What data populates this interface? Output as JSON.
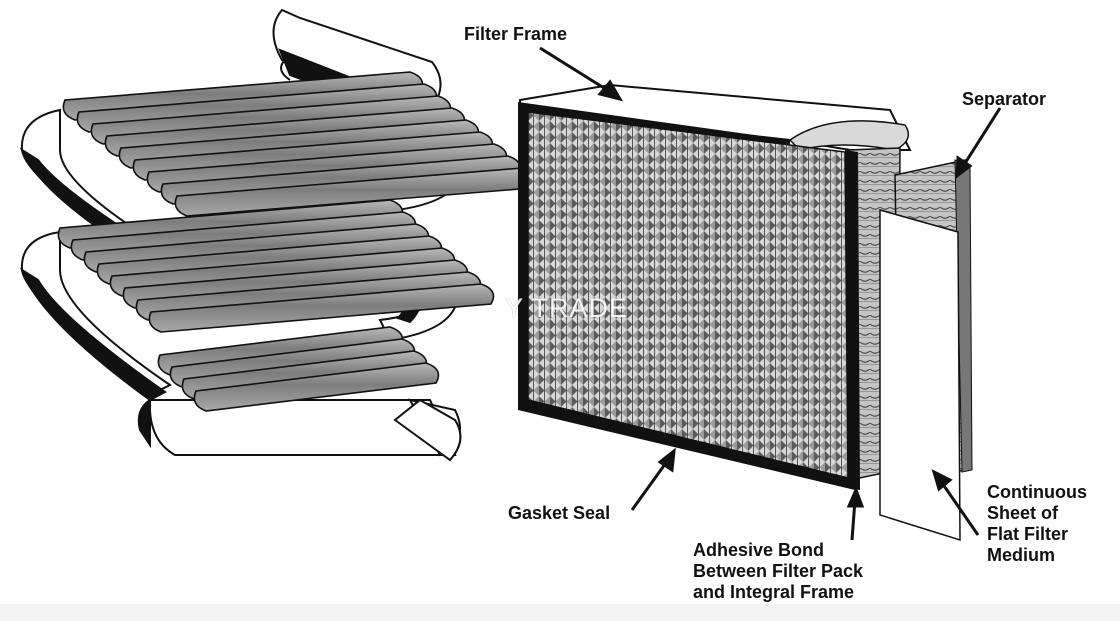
{
  "diagram": {
    "labels": {
      "filter_frame": "Filter Frame",
      "separator": "Separator",
      "gasket_seal": "Gasket Seal",
      "adhesive_bond": [
        "Adhesive Bond",
        "Between Filter Pack",
        "and Integral Frame"
      ],
      "continuous_sheet": [
        "Continuous",
        "Sheet of",
        "Flat Filter",
        "Medium"
      ]
    },
    "watermark": "Y TRADE"
  }
}
